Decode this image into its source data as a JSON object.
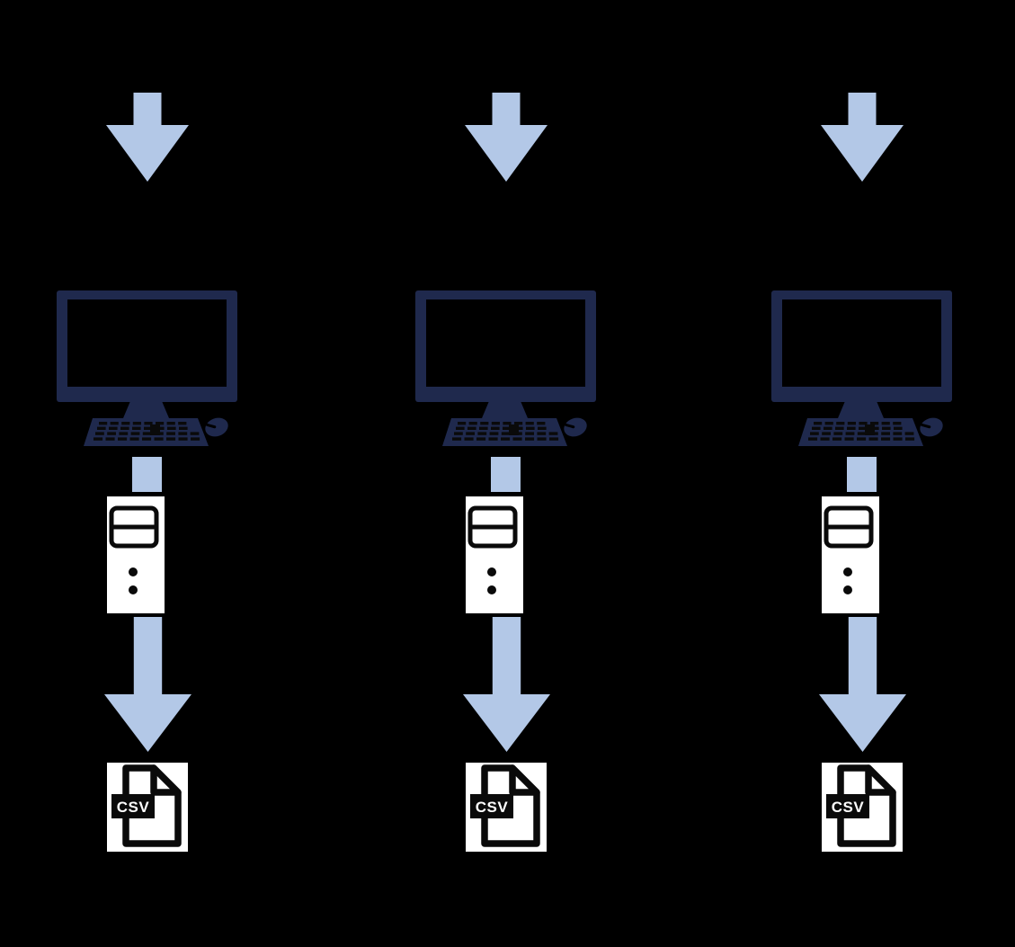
{
  "background": "#000000",
  "colors": {
    "arrow_blue": "#b3c8e7",
    "device_navy": "#1f294d",
    "icon_white": "#ffffff",
    "icon_black": "#0a0a0a"
  },
  "icons": {
    "top_arrow": "down-arrow-icon",
    "computer": "desktop-computer-icon",
    "connector": "flow-connector",
    "tower": "pc-tower-icon",
    "bottom_arrow": "down-arrow-icon",
    "file": "csv-file-icon"
  },
  "columns": [
    {
      "name": "pipeline-1",
      "file_label": "CSV"
    },
    {
      "name": "pipeline-2",
      "file_label": "CSV"
    },
    {
      "name": "pipeline-3",
      "file_label": "CSV"
    }
  ]
}
